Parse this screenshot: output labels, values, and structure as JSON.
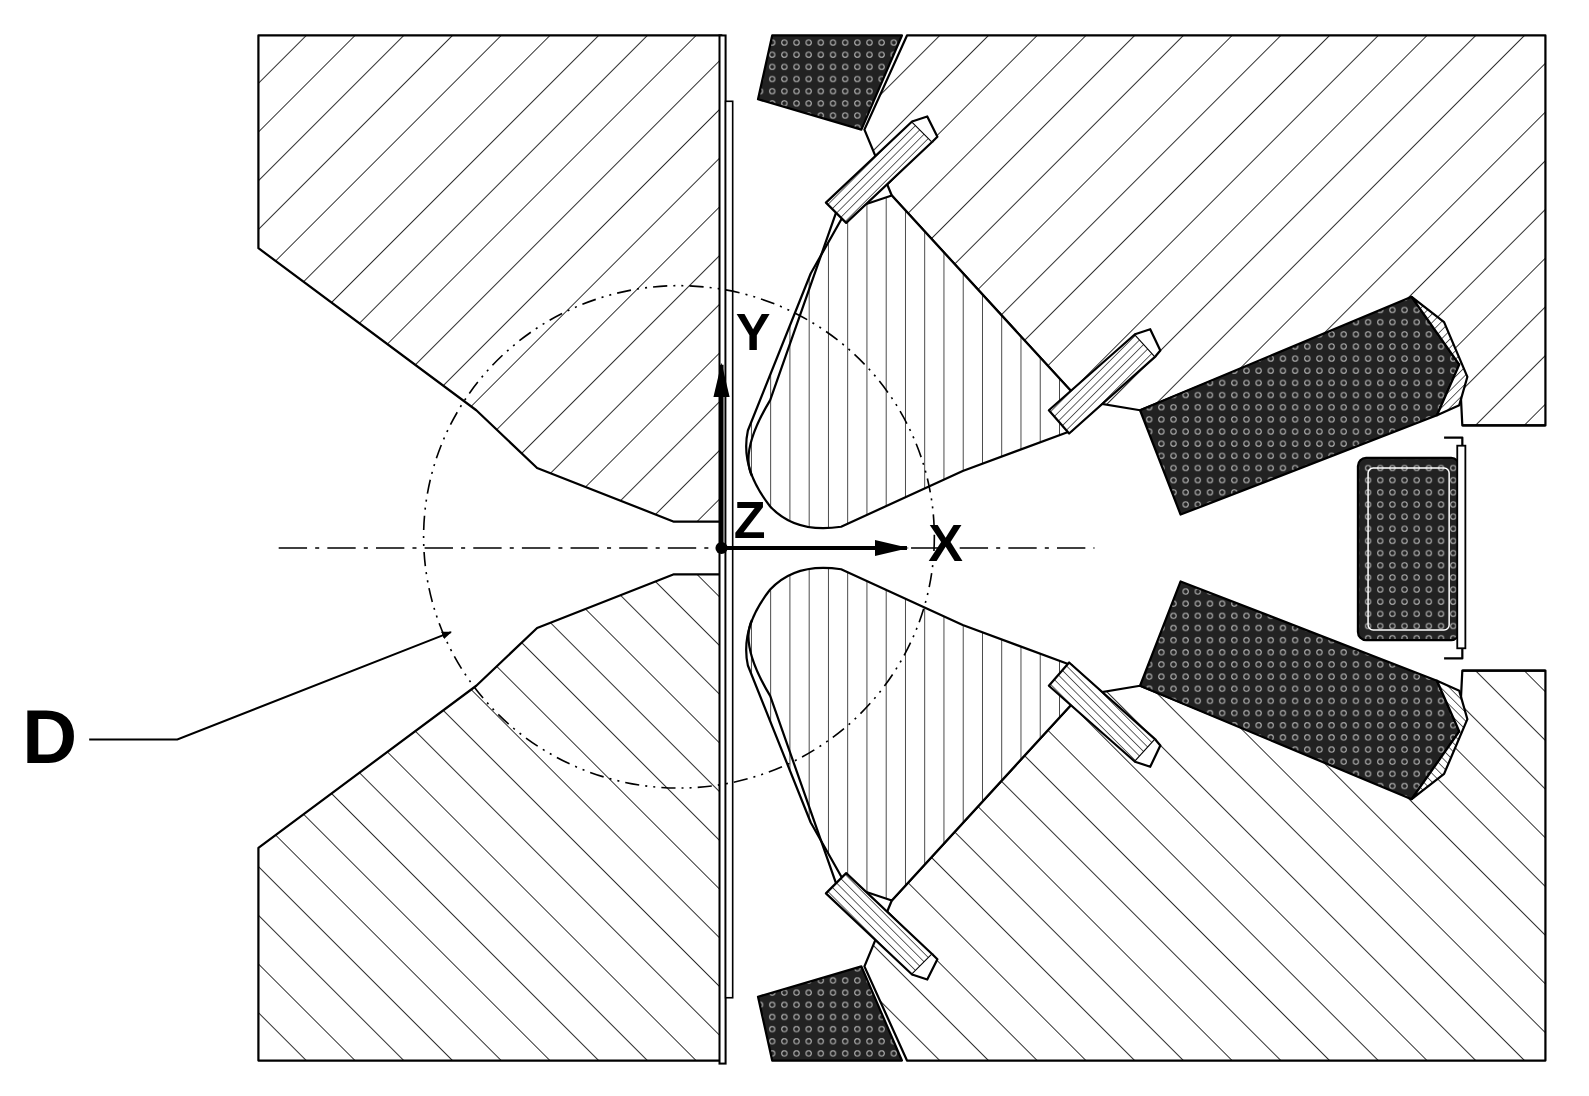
{
  "diagram": {
    "labels": [
      "Y",
      "Z",
      "X",
      "D"
    ]
  }
}
